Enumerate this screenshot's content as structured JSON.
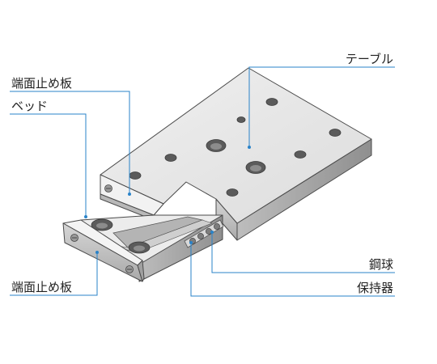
{
  "labels": {
    "table": "テーブル",
    "end_plate_top": "端面止め板",
    "bed": "ベッド",
    "end_plate_bottom": "端面止め板",
    "steel_ball": "鋼球",
    "retainer": "保持器"
  },
  "colors": {
    "leader": "#2a83c9",
    "text": "#222222",
    "metal_light": "#e6e6e6",
    "metal_mid": "#c9c9c9",
    "metal_dark": "#9a9a9a"
  }
}
